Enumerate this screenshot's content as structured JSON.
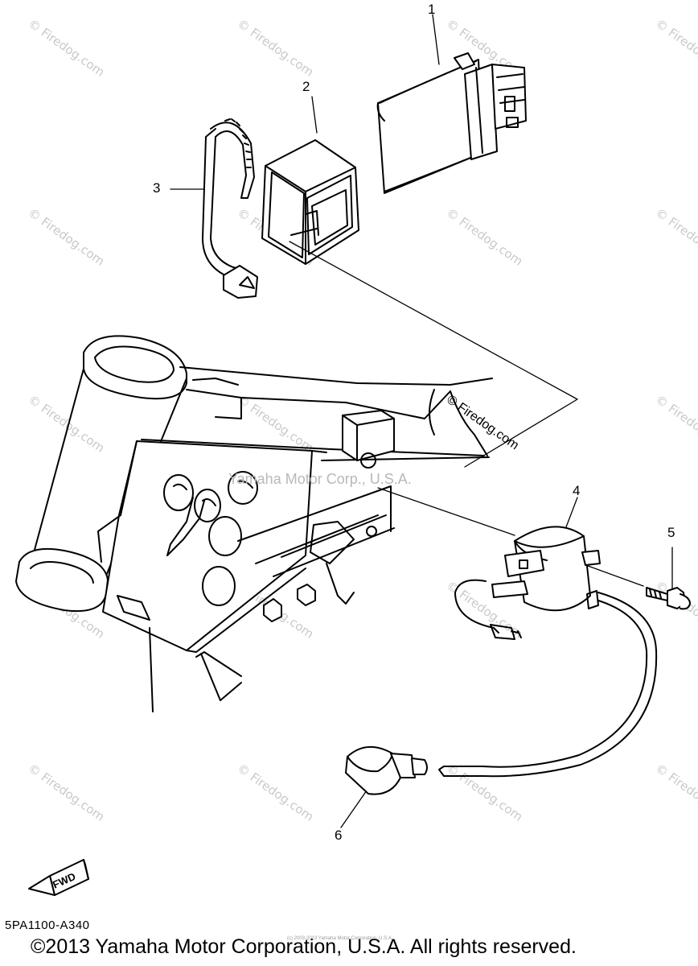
{
  "watermark": {
    "site": "© Firedog.com",
    "center": "Yamaha Motor Corp., U.S.A.",
    "tiny_note": "(c) 2003-2013 Yamaha Motor Corporation, U.S.A."
  },
  "callouts": [
    "1",
    "2",
    "3",
    "4",
    "5",
    "6"
  ],
  "fwd_label": "FWD",
  "part_code": "5PA1100-A340",
  "copyright": "©2013 Yamaha Motor Corporation, U.S.A. All rights reserved."
}
